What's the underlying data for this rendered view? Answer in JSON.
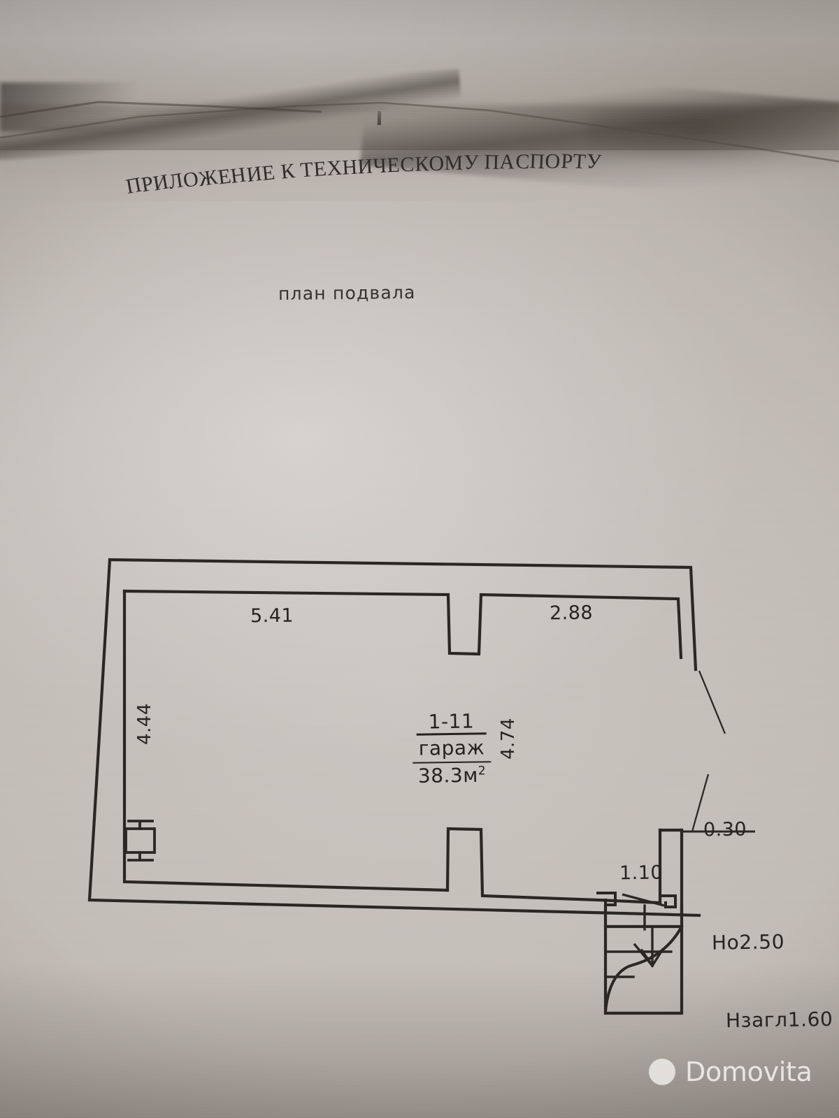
{
  "document": {
    "title": "ПРИЛОЖЕНИЕ К ТЕХНИЧЕСКОМУ ПАСПОРТУ",
    "subtitle": "план подвала"
  },
  "plan": {
    "room": {
      "number": "1-11",
      "name": "гараж",
      "area_value": "38.3м",
      "area_superscript": "2"
    },
    "dimensions": {
      "top_left": "5.41",
      "top_right": "2.88",
      "left_vertical": "4.44",
      "center_vertical": "4.74",
      "opening_right": "0.30",
      "opening_door": "1.10"
    },
    "notes": {
      "ceiling_height": "Но2.50",
      "sunk_height": "Нзагл1.60"
    },
    "symbols": {
      "panel": "electrical-panel-icon",
      "stairs": "staircase-icon",
      "stair_direction": "up-arrow-icon"
    }
  },
  "watermark": {
    "brand": "Domovita",
    "logo": "circle-logo-icon",
    "color": "#efece8"
  }
}
